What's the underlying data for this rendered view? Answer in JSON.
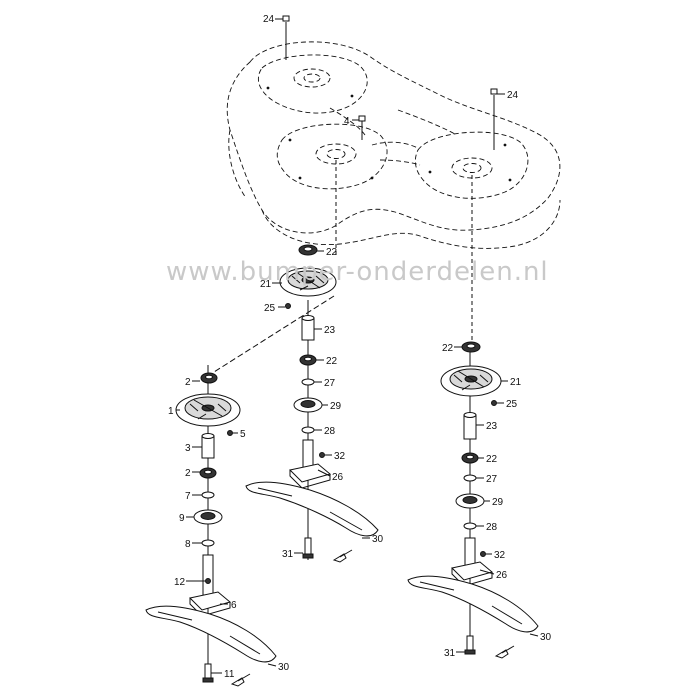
{
  "watermark": "www.bumper-onderdelen.nl",
  "callouts": {
    "p1": "1",
    "p2a": "2",
    "p2b": "2",
    "p3": "3",
    "p4": "4",
    "p5": "5",
    "p6": "6",
    "p7": "7",
    "p8": "8",
    "p9": "9",
    "p11": "11",
    "p12": "12",
    "p21a": "21",
    "p21b": "21",
    "p22a": "22",
    "p22b": "22",
    "p22c": "22",
    "p22d": "22",
    "p23a": "23",
    "p23b": "23",
    "p24a": "24",
    "p24b": "24",
    "p25a": "25",
    "p25b": "25",
    "p26a": "26",
    "p26b": "26",
    "p27a": "27",
    "p27b": "27",
    "p28a": "28",
    "p28b": "28",
    "p29a": "29",
    "p29b": "29",
    "p30a": "30",
    "p30b": "30",
    "p30c": "30",
    "p31a": "31",
    "p31b": "31",
    "p32a": "32",
    "p32b": "32"
  }
}
